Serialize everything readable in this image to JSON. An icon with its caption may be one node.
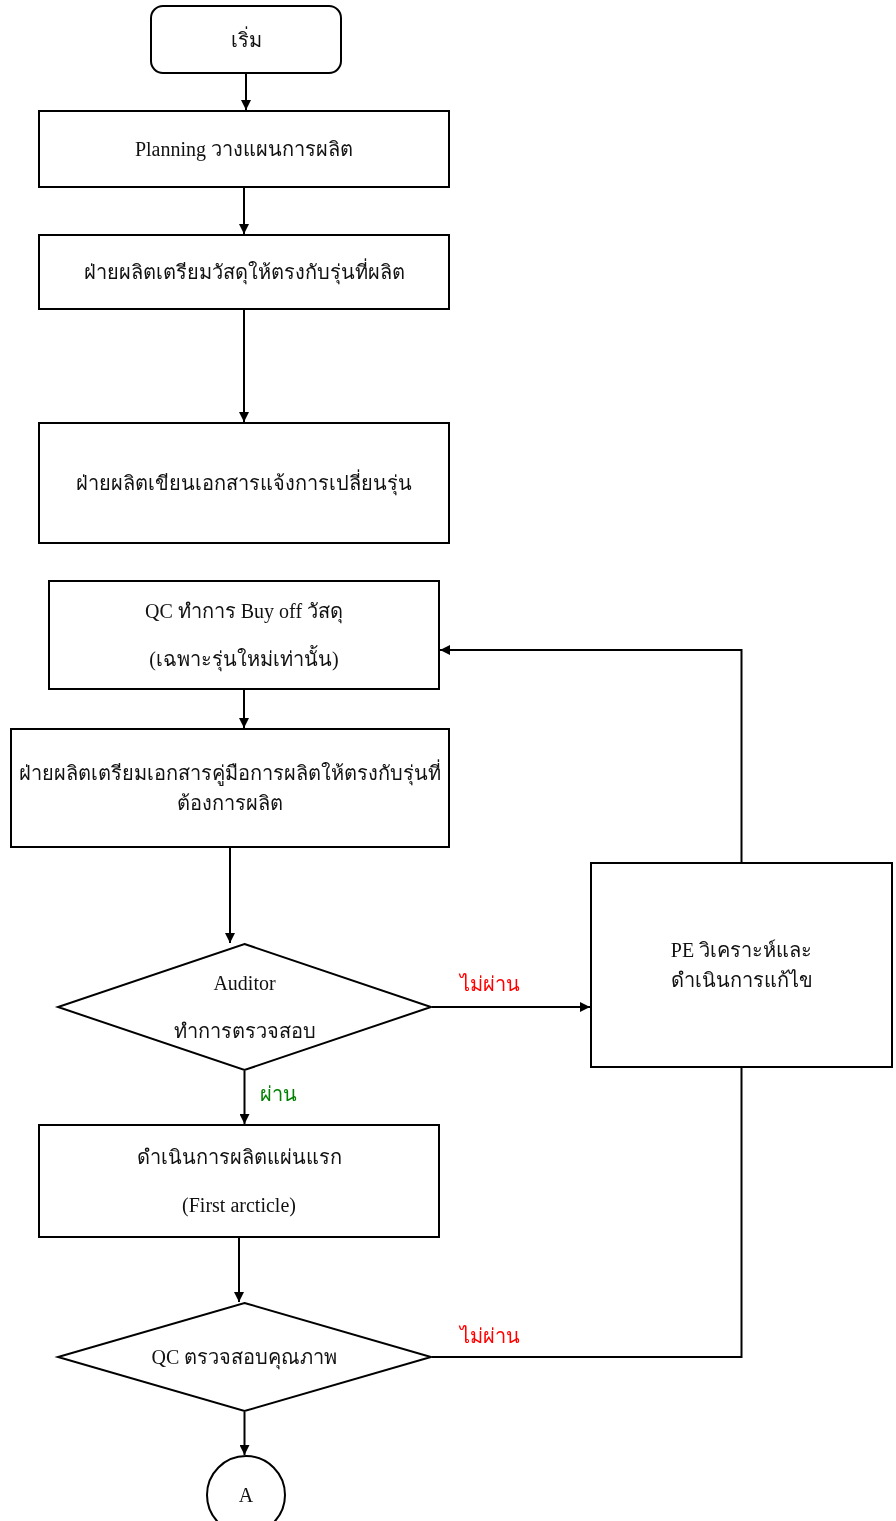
{
  "diagram": {
    "nodes": [
      {
        "text": [
          "เริ่ม"
        ]
      },
      {
        "text": [
          "Planning วางแผนการผลิต"
        ]
      },
      {
        "text": [
          "ฝ่ายผลิตเตรียมวัสดุให้ตรงกับรุ่นที่ผลิต"
        ]
      },
      {
        "text": [
          "ฝ่ายผลิตเขียนเอกสารแจ้งการเปลี่ยนรุ่น"
        ]
      },
      {
        "text": [
          "QC ทำการ Buy off วัสดุ",
          "(เฉพาะรุ่นใหม่เท่านั้น)"
        ]
      },
      {
        "text": [
          "ฝ่ายผลิตเตรียมเอกสารคู่มือการผลิตให้ตรงกับรุ่นที่ต้องการผลิต"
        ]
      },
      {
        "text": [
          "Auditor",
          "ทำการตรวจสอบ"
        ]
      },
      {
        "text": [
          "PE วิเคราะห์และดำเนินการแก้ไข"
        ]
      },
      {
        "text": [
          "ดำเนินการผลิตแผ่นแรก",
          "(First arcticle)"
        ]
      },
      {
        "text": [
          "QC ตรวจสอบคุณภาพ"
        ]
      },
      {
        "text": [
          "A"
        ]
      }
    ],
    "edges": [
      {
        "from": 0,
        "to": 1,
        "arrow": "to"
      },
      {
        "from": 1,
        "to": 2,
        "arrow": "to"
      },
      {
        "from": 2,
        "to": 3,
        "arrow": "to"
      },
      {
        "from": 4,
        "to": 5,
        "arrow": "to"
      },
      {
        "from": 5,
        "to": 6,
        "arrow": "to"
      },
      {
        "from": 6,
        "to": 7,
        "arrow": "to",
        "label": "ไม่ผ่าน"
      },
      {
        "from": 6,
        "to": 8,
        "arrow": "to",
        "label": "ผ่าน"
      },
      {
        "from": 8,
        "to": 9,
        "arrow": "to"
      },
      {
        "from": 9,
        "to": 7,
        "arrow": "none",
        "label": "ไม่ผ่าน"
      },
      {
        "from": 9,
        "to": 10,
        "arrow": "to"
      },
      {
        "from": 7,
        "to": 4,
        "arrow": "to"
      }
    ]
  }
}
